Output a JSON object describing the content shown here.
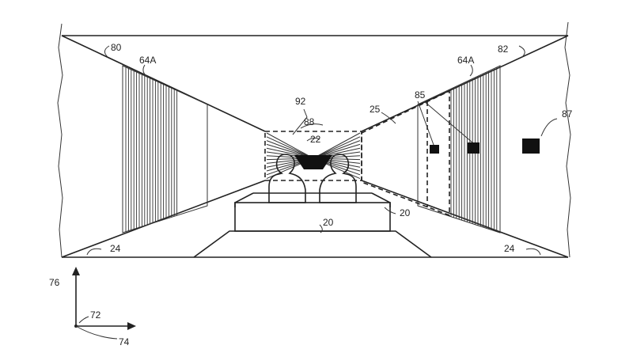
{
  "labels": {
    "l80": "80",
    "l64a_left": "64A",
    "l64a_right": "64A",
    "l82": "82",
    "l92": "92",
    "l88": "88",
    "l22": "22",
    "l25": "25",
    "l85": "85",
    "l87": "87",
    "l20_side": "20",
    "l20_front": "20",
    "l24_left": "24",
    "l24_right": "24",
    "l76": "76",
    "l72": "72",
    "l74": "74"
  }
}
